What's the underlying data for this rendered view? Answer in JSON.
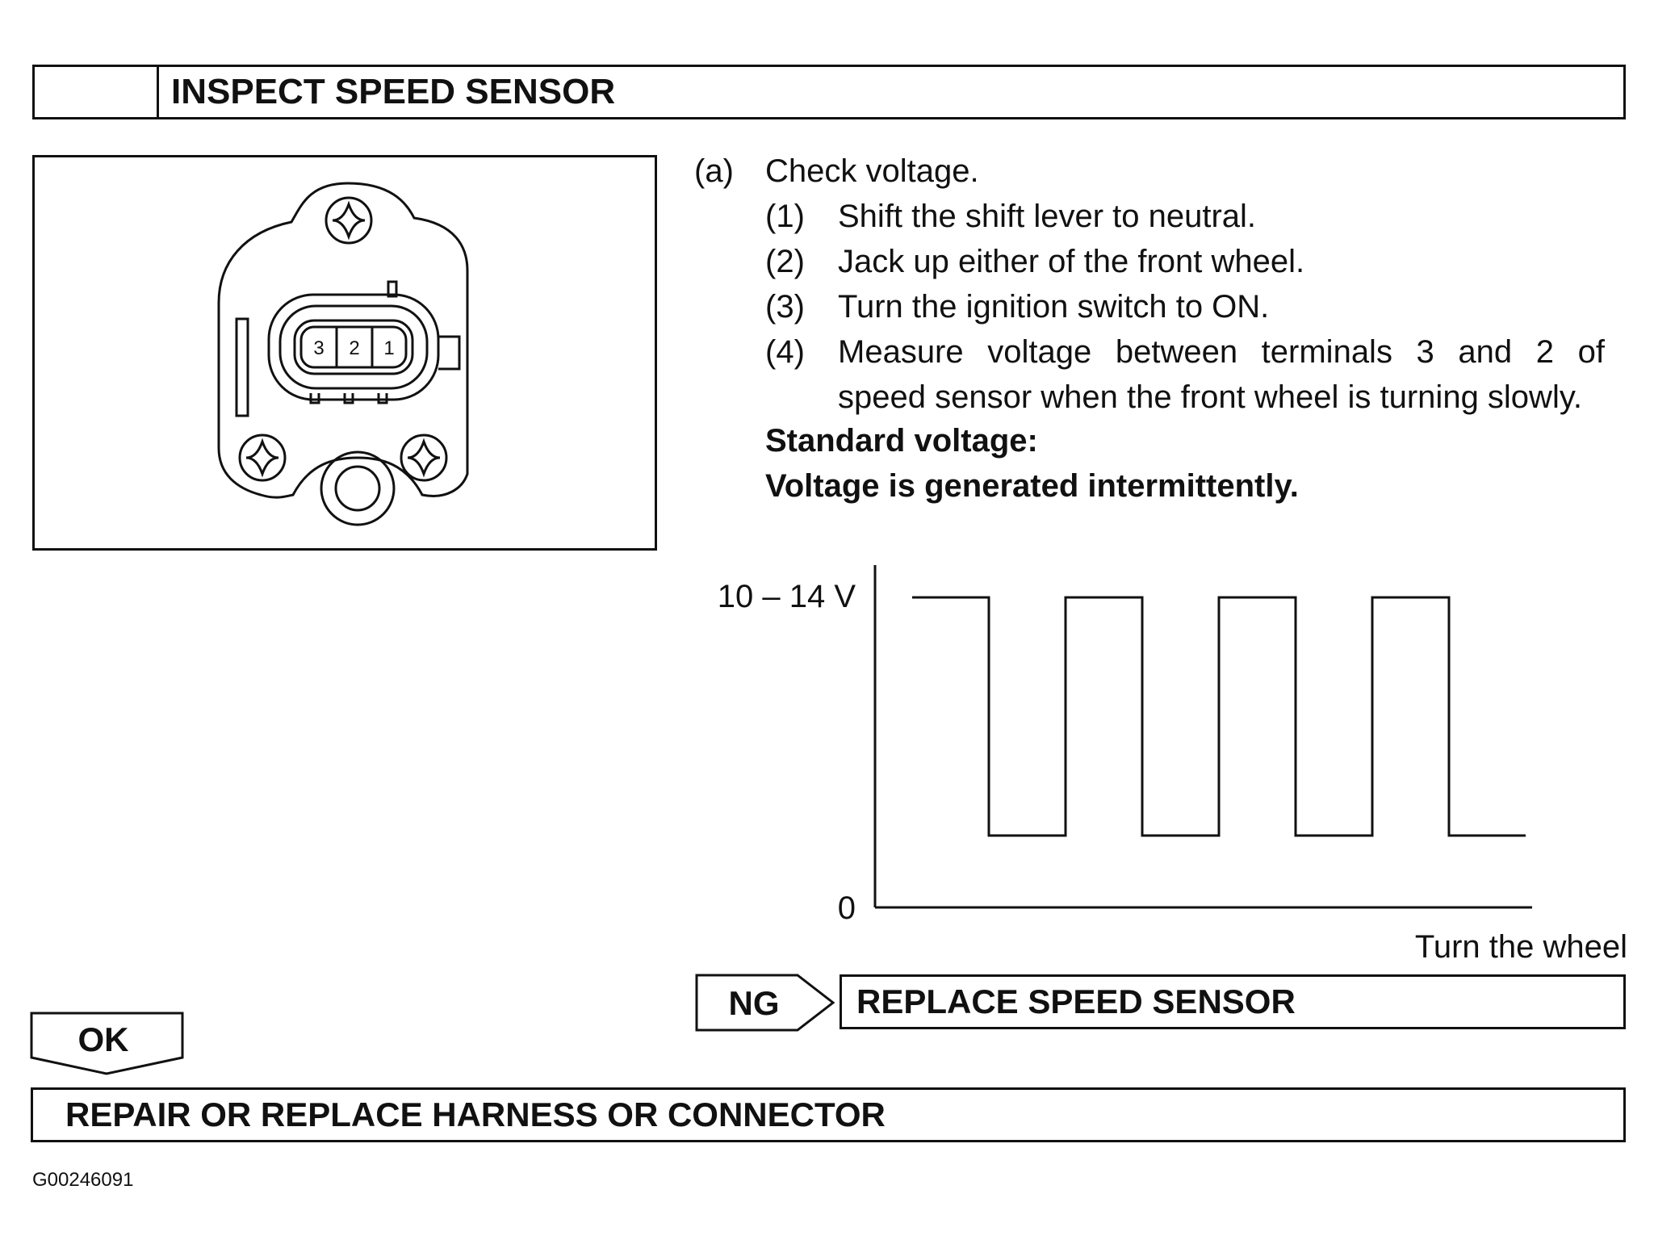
{
  "header": {
    "title": "INSPECT SPEED SENSOR"
  },
  "illustration": {
    "terminals": [
      "3",
      "2",
      "1"
    ]
  },
  "instructions": {
    "step_marker": "(a)",
    "step_text": "Check voltage.",
    "substeps": [
      {
        "num": "(1)",
        "text": "Shift the shift lever to neutral."
      },
      {
        "num": "(2)",
        "text": "Jack up either of the front wheel."
      },
      {
        "num": "(3)",
        "text": "Turn the ignition switch to ON."
      },
      {
        "num": "(4)",
        "text": "Measure voltage between terminals 3 and 2 of",
        "text2": "speed sensor when the front wheel is turning slowly."
      }
    ],
    "standard_label": "Standard voltage:",
    "standard_value": "Voltage is generated intermittently."
  },
  "chart_data": {
    "type": "line",
    "ytick_high": "10 – 14 V",
    "ytick_zero": "0",
    "xlabel": "Turn the wheel",
    "levels": [
      1,
      0,
      1,
      0,
      1,
      0,
      1,
      0
    ],
    "line_color": "#111111"
  },
  "flow": {
    "ng_label": "NG",
    "ng_result": "REPLACE SPEED SENSOR",
    "ok_label": "OK",
    "final_result": "REPAIR OR REPLACE HARNESS OR CONNECTOR"
  },
  "figure_id": "G00246091"
}
